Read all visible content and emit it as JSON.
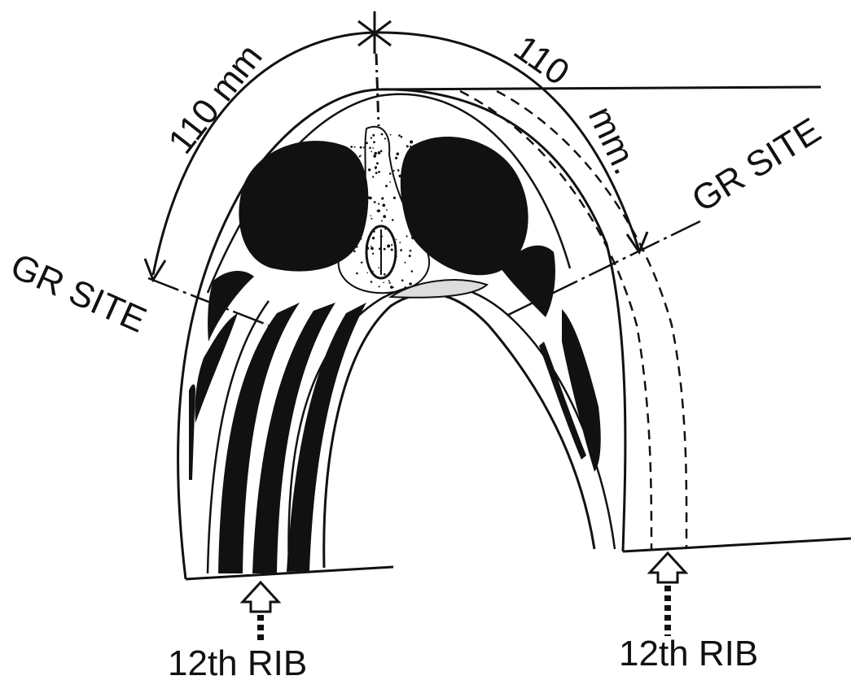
{
  "labels": {
    "arc_left_measure": "110 mm",
    "arc_right_measure_top": "110",
    "arc_right_measure_bottom": "mm.",
    "gr_site_left": "GR SITE",
    "gr_site_right": "GR SITE",
    "rib_left": "12th RIB",
    "rib_right": "12th RIB"
  },
  "colors": {
    "ink": "#111111",
    "background": "#ffffff"
  }
}
